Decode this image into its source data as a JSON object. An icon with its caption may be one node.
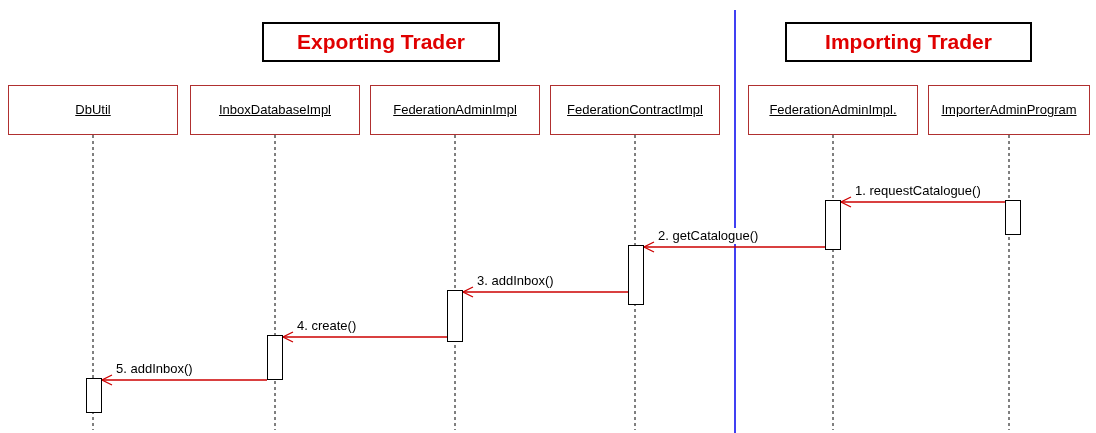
{
  "diagram": {
    "nodes": [
      {
        "text": [
          "Exporting Trader"
        ]
      },
      {
        "text": [
          "Importing Trader"
        ]
      },
      {
        "text": [
          "DbUtil"
        ]
      },
      {
        "text": [
          "InboxDatabaseImpl"
        ]
      },
      {
        "text": [
          "FederationAdminImpl"
        ]
      },
      {
        "text": [
          "FederationContractImpl"
        ]
      },
      {
        "text": [
          "FederationAdminImpl."
        ]
      },
      {
        "text": [
          "ImporterAdminProgram"
        ]
      },
      {
        "text": [],
        "shape": "bar"
      },
      {
        "text": [],
        "shape": "bar"
      },
      {
        "text": [],
        "shape": "bar"
      },
      {
        "text": [],
        "shape": "bar"
      },
      {
        "text": [],
        "shape": "bar"
      },
      {
        "text": [],
        "shape": "bar"
      }
    ],
    "edges": [
      {
        "from": 9,
        "to": 8,
        "arrow": "to",
        "label": "1. requestCatalogue()"
      },
      {
        "from": 8,
        "to": 10,
        "arrow": "to",
        "label": "2. getCatalogue()"
      },
      {
        "from": 10,
        "to": 11,
        "arrow": "to",
        "label": "3. addInbox()"
      },
      {
        "from": 11,
        "to": 12,
        "arrow": "to",
        "label": "4. create()"
      },
      {
        "from": 12,
        "to": 13,
        "arrow": "to",
        "label": "5. addInbox()"
      }
    ]
  }
}
